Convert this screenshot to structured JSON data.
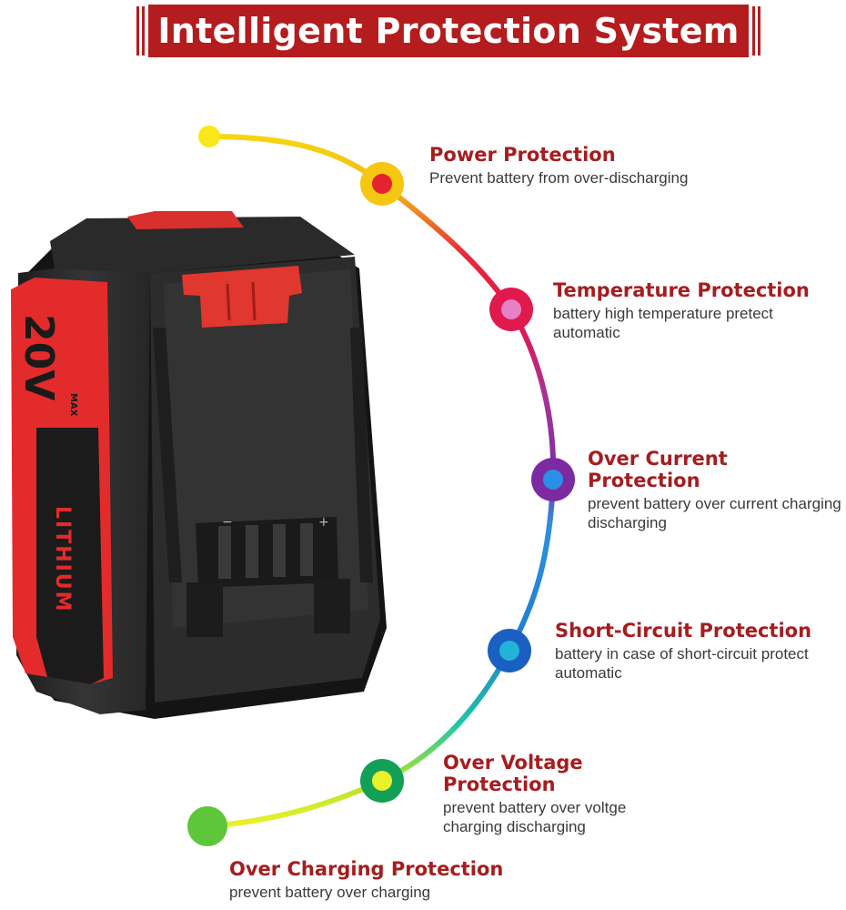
{
  "banner": {
    "title": "Intelligent Protection System"
  },
  "battery": {
    "voltage": "20V",
    "max_label": "MAX",
    "chemistry": "LITHIUM"
  },
  "features": [
    {
      "title": "Power Protection",
      "desc": "Prevent battery from over-discharging",
      "color": "#f5d10f"
    },
    {
      "title": "Temperature Protection",
      "desc": "battery high temperature pretect automatic",
      "color": "#e0124a"
    },
    {
      "title": "Over Current Protection",
      "desc": "prevent battery over current charging discharging",
      "color": "#7b1fa2"
    },
    {
      "title": "Short-Circuit Protection",
      "desc": "battery in case of short-circuit protect automatic",
      "color": "#1565c0"
    },
    {
      "title": "Over Voltage Protection",
      "desc": "prevent battery over voltge charging discharging",
      "color": "#0f9d58"
    },
    {
      "title": "Over Charging Protection",
      "desc": "prevent battery over charging",
      "color": "#3db53a"
    }
  ],
  "colors": {
    "accent": "#b41c1e",
    "title": "#a51d1f",
    "battery_red": "#e32b2b",
    "battery_body": "#2b2b2b"
  }
}
